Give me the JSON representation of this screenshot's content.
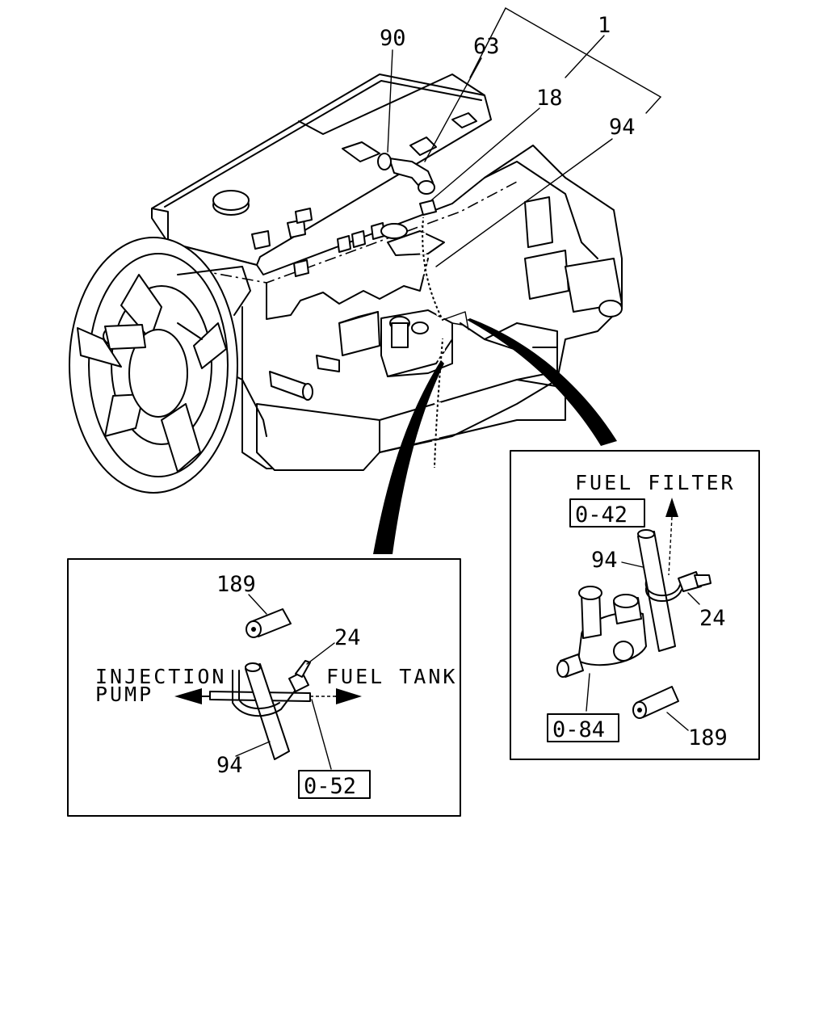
{
  "callouts": {
    "c90": "90",
    "c63": "63",
    "c1": "1",
    "c18": "18",
    "c94": "94"
  },
  "inset_left": {
    "c189": "189",
    "c24": "24",
    "c94": "94",
    "injection_1": "INJECTION",
    "injection_2": "PUMP",
    "fuel_tank": "FUEL TANK",
    "ref": "0-52"
  },
  "inset_right": {
    "fuel_filter": "FUEL FILTER",
    "ref_top": "0-42",
    "c94": "94",
    "c24": "24",
    "ref_bottom": "0-84",
    "c189": "189"
  }
}
